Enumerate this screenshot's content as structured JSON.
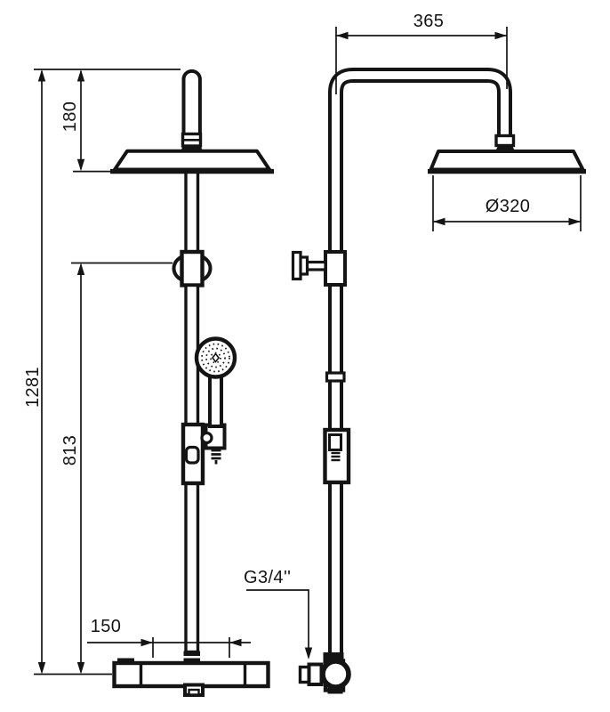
{
  "drawing": {
    "type": "technical-dimension-drawing",
    "subject": "shower-column-with-overhead-and-hand-shower",
    "line_color": "#141414",
    "background": "#ffffff"
  },
  "labels": {
    "arm_projection": "365",
    "head_offset": "180",
    "head_diameter": "Ø320",
    "total_height": "1281",
    "handle_height": "813",
    "inlet_spacing": "150",
    "thread": "G3/4''"
  }
}
